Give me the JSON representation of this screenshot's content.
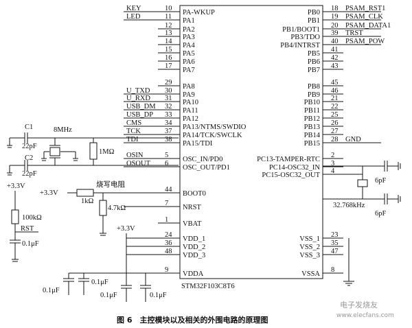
{
  "chip": {
    "part_number": "STM32F103C8T6",
    "left_pins": [
      {
        "num": "10",
        "name": "PA-WKUP",
        "signal": "KEY"
      },
      {
        "num": "11",
        "name": "PA1",
        "signal": "LED"
      },
      {
        "num": "12",
        "name": "PA2",
        "signal": ""
      },
      {
        "num": "13",
        "name": "PA3",
        "signal": ""
      },
      {
        "num": "14",
        "name": "PA4",
        "signal": ""
      },
      {
        "num": "15",
        "name": "PA5",
        "signal": ""
      },
      {
        "num": "16",
        "name": "PA6",
        "signal": ""
      },
      {
        "num": "17",
        "name": "PA7",
        "signal": ""
      },
      {
        "num": "29",
        "name": "PA8",
        "signal": ""
      },
      {
        "num": "30",
        "name": "PA9",
        "signal": "U_TXD"
      },
      {
        "num": "31",
        "name": "PA10",
        "signal": "U_RXD"
      },
      {
        "num": "32",
        "name": "PA11",
        "signal": "USB_DM"
      },
      {
        "num": "33",
        "name": "PA12",
        "signal": "USB_DP"
      },
      {
        "num": "34",
        "name": "PA13/NTMS/SWDIO",
        "signal": "CMS"
      },
      {
        "num": "37",
        "name": "PA14/TCK/SWCLK",
        "signal": "TCK"
      },
      {
        "num": "38",
        "name": "PA15/TDI",
        "signal": "TDI"
      },
      {
        "num": "5",
        "name": "OSC_IN/PD0",
        "signal": "OSIN"
      },
      {
        "num": "6",
        "name": "OSC_OUT/PD1",
        "signal": "OSOUT"
      },
      {
        "num": "44",
        "name": "BOOT0",
        "signal": ""
      },
      {
        "num": "7",
        "name": "NRST",
        "signal": "RST"
      },
      {
        "num": "1",
        "name": "VBAT",
        "signal": ""
      },
      {
        "num": "24",
        "name": "VDD_1",
        "signal": ""
      },
      {
        "num": "36",
        "name": "VDD_2",
        "signal": ""
      },
      {
        "num": "48",
        "name": "VDD_3",
        "signal": ""
      },
      {
        "num": "9",
        "name": "VDDA",
        "signal": ""
      }
    ],
    "right_pins": [
      {
        "num": "18",
        "name": "PB0",
        "signal": "PSAM_RST1"
      },
      {
        "num": "19",
        "name": "PB1",
        "signal": "PSAM_CLK"
      },
      {
        "num": "20",
        "name": "PB1/BOOT1",
        "signal": "PSAM_DATA1"
      },
      {
        "num": "39",
        "name": "PB3/TDO",
        "signal": "TRST"
      },
      {
        "num": "40",
        "name": "PB4/INTRST",
        "signal": "PSAM_POW"
      },
      {
        "num": "41",
        "name": "PB5",
        "signal": ""
      },
      {
        "num": "42",
        "name": "PB6",
        "signal": ""
      },
      {
        "num": "43",
        "name": "PB7",
        "signal": ""
      },
      {
        "num": "45",
        "name": "PB8",
        "signal": ""
      },
      {
        "num": "46",
        "name": "PB9",
        "signal": ""
      },
      {
        "num": "21",
        "name": "PB10",
        "signal": ""
      },
      {
        "num": "22",
        "name": "PB11",
        "signal": ""
      },
      {
        "num": "25",
        "name": "PB12",
        "signal": ""
      },
      {
        "num": "26",
        "name": "PB13",
        "signal": ""
      },
      {
        "num": "27",
        "name": "PB14",
        "signal": ""
      },
      {
        "num": "28",
        "name": "PB15",
        "signal": "GND"
      },
      {
        "num": "2",
        "name": "PC13-TAMPER-RTC",
        "signal": ""
      },
      {
        "num": "3",
        "name": "PC14-OSC32_IN",
        "signal": ""
      },
      {
        "num": "4",
        "name": "PC15-OSC32_OUT",
        "signal": ""
      },
      {
        "num": "23",
        "name": "VSS_1",
        "signal": ""
      },
      {
        "num": "35",
        "name": "VSS_2",
        "signal": ""
      },
      {
        "num": "47",
        "name": "VSS_3",
        "signal": ""
      },
      {
        "num": "8",
        "name": "VSSA",
        "signal": ""
      }
    ]
  },
  "components": {
    "c1": "C1",
    "c1_value": "22pF",
    "c2": "C2",
    "c2_value": "22pF",
    "crystal_8mhz": "8MHz",
    "r_1m": "1MΩ",
    "r_100k": "100kΩ",
    "r_1k": "1kΩ",
    "r_4k7": "4.7kΩ",
    "burn_resistor": "烧写电阻",
    "rst_label_left": "RST",
    "rst_cap": "0.1μF",
    "vcc_left": "+3.3V",
    "vcc_boot": "+3.3V",
    "vcc_vdd": "+3.3V",
    "dec_caps": [
      "0.1μF",
      "0.1μF",
      "0.1μF",
      "0.1μF"
    ],
    "osc32_cap_top": "6pF",
    "osc32_cap_bottom": "6pF",
    "crystal_32k": "32.768kHz"
  },
  "caption": "图 6　主控模块以及相关的外围电路的原理图",
  "watermark": "电子发烧友",
  "watermark_url": "www.elecfans.com"
}
